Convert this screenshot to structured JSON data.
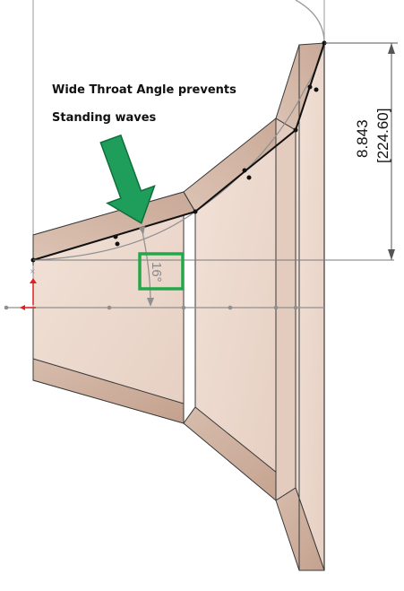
{
  "annotation": {
    "line1": "Wide Throat Angle prevents",
    "line2": "Standing waves"
  },
  "dimension": {
    "primary": "8.843",
    "secondary": "[224.60]"
  },
  "angle": {
    "label": "16°"
  },
  "colors": {
    "body_light": "#efdcd0",
    "body_mid": "#dcc1b1",
    "body_dark": "#c9a896",
    "arrow": "#1e9e5a",
    "highlight_box": "#22a84a",
    "sketch_line": "#111111",
    "construction_line": "#8f8f8f",
    "origin_marker": "#e02020"
  }
}
